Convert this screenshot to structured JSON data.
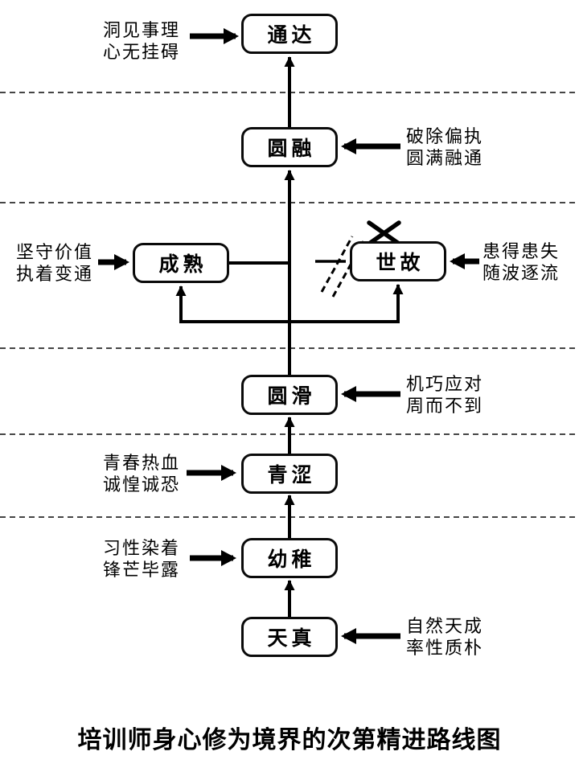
{
  "title": "培训师身心修为境界的次第精进路线图",
  "nodes": {
    "tongda": {
      "label": "通达"
    },
    "yuanrong": {
      "label": "圆融"
    },
    "chengshu": {
      "label": "成熟"
    },
    "shigu": {
      "label": "世故"
    },
    "yuanhua": {
      "label": "圆滑"
    },
    "qingse": {
      "label": "青涩"
    },
    "youzhi": {
      "label": "幼稚"
    },
    "tianzhen": {
      "label": "天真"
    }
  },
  "annotations": {
    "tongda": {
      "line1": "洞见事理",
      "line2": "心无挂碍"
    },
    "yuanrong": {
      "line1": "破除偏执",
      "line2": "圆满融通"
    },
    "chengshu": {
      "line1": "坚守价值",
      "line2": "执着变通"
    },
    "shigu": {
      "line1": "患得患失",
      "line2": "随波逐流"
    },
    "yuanhua": {
      "line1": "机巧应对",
      "line2": "周而不到"
    },
    "qingse": {
      "line1": "青春热血",
      "line2": "诚惶诚恐"
    },
    "youzhi": {
      "line1": "习性染着",
      "line2": "锋芒毕露"
    },
    "tianzhen": {
      "line1": "自然天成",
      "line2": "率性质朴"
    }
  },
  "icons": {
    "blocked_cross": "x-mark",
    "severed_link": "double-slash-break"
  },
  "colors": {
    "ink": "#000000",
    "background": "#ffffff",
    "separator": "#2b2b2b"
  }
}
